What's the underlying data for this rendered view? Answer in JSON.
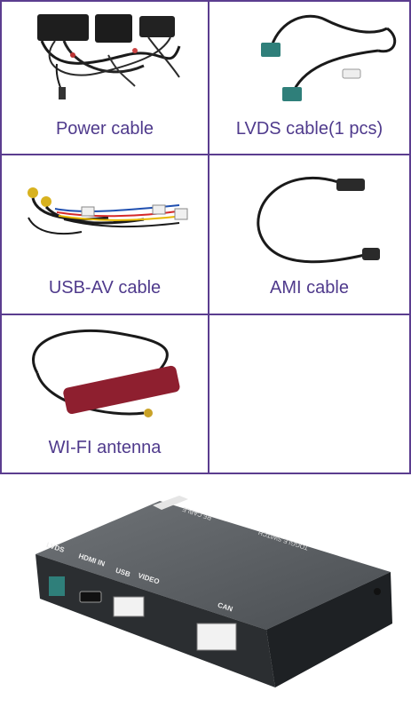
{
  "products": [
    {
      "label": "Power cable"
    },
    {
      "label": "LVDS cable(1 pcs)"
    },
    {
      "label": "USB-AV cable"
    },
    {
      "label": "AMI cable"
    },
    {
      "label": "WI-FI antenna"
    }
  ],
  "device": {
    "port_lvds": "LVDS",
    "port_hdmi": "HDMI IN",
    "port_usb": "USB",
    "port_video": "VIDEO",
    "port_can": "CAN",
    "label_rf": "RF CABLE",
    "label_toggle": "TOGGLE SWITCH"
  },
  "colors": {
    "grid_line": "#5b3d8f",
    "label_text": "#4f3a8c"
  }
}
